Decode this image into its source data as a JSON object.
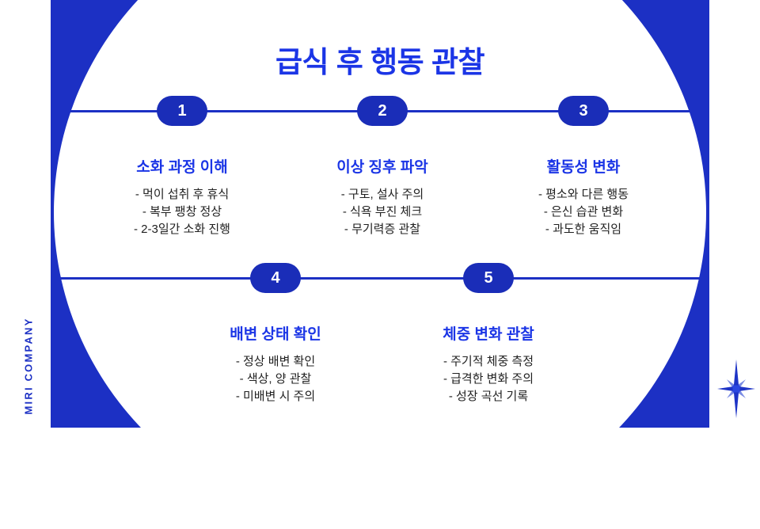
{
  "title": "급식 후 행동 관찰",
  "brand": "MIRI COMPANY",
  "colors": {
    "frame_blue": "#1c30c4",
    "pill_blue": "#1a2db8",
    "heading_blue": "#1b35e6",
    "body_text": "#212121",
    "background": "#ffffff"
  },
  "icons": {
    "sparkle": "sparkle-star-icon"
  },
  "steps": [
    {
      "number": "1",
      "heading": "소화 과정 이해",
      "items": [
        "- 먹이 섭취 후 휴식",
        "- 복부 팽창 정상",
        "- 2-3일간 소화 진행"
      ]
    },
    {
      "number": "2",
      "heading": "이상 징후 파악",
      "items": [
        "- 구토, 설사 주의",
        "- 식욕 부진 체크",
        "- 무기력증 관찰"
      ]
    },
    {
      "number": "3",
      "heading": "활동성 변화",
      "items": [
        "- 평소와 다른 행동",
        "- 은신 습관 변화",
        "- 과도한 움직임"
      ]
    },
    {
      "number": "4",
      "heading": "배변 상태 확인",
      "items": [
        "- 정상 배변 확인",
        "- 색상, 양 관찰",
        "- 미배변 시 주의"
      ]
    },
    {
      "number": "5",
      "heading": "체중 변화 관찰",
      "items": [
        "- 주기적 체중 측정",
        "- 급격한 변화 주의",
        "- 성장 곡선 기록"
      ]
    }
  ]
}
